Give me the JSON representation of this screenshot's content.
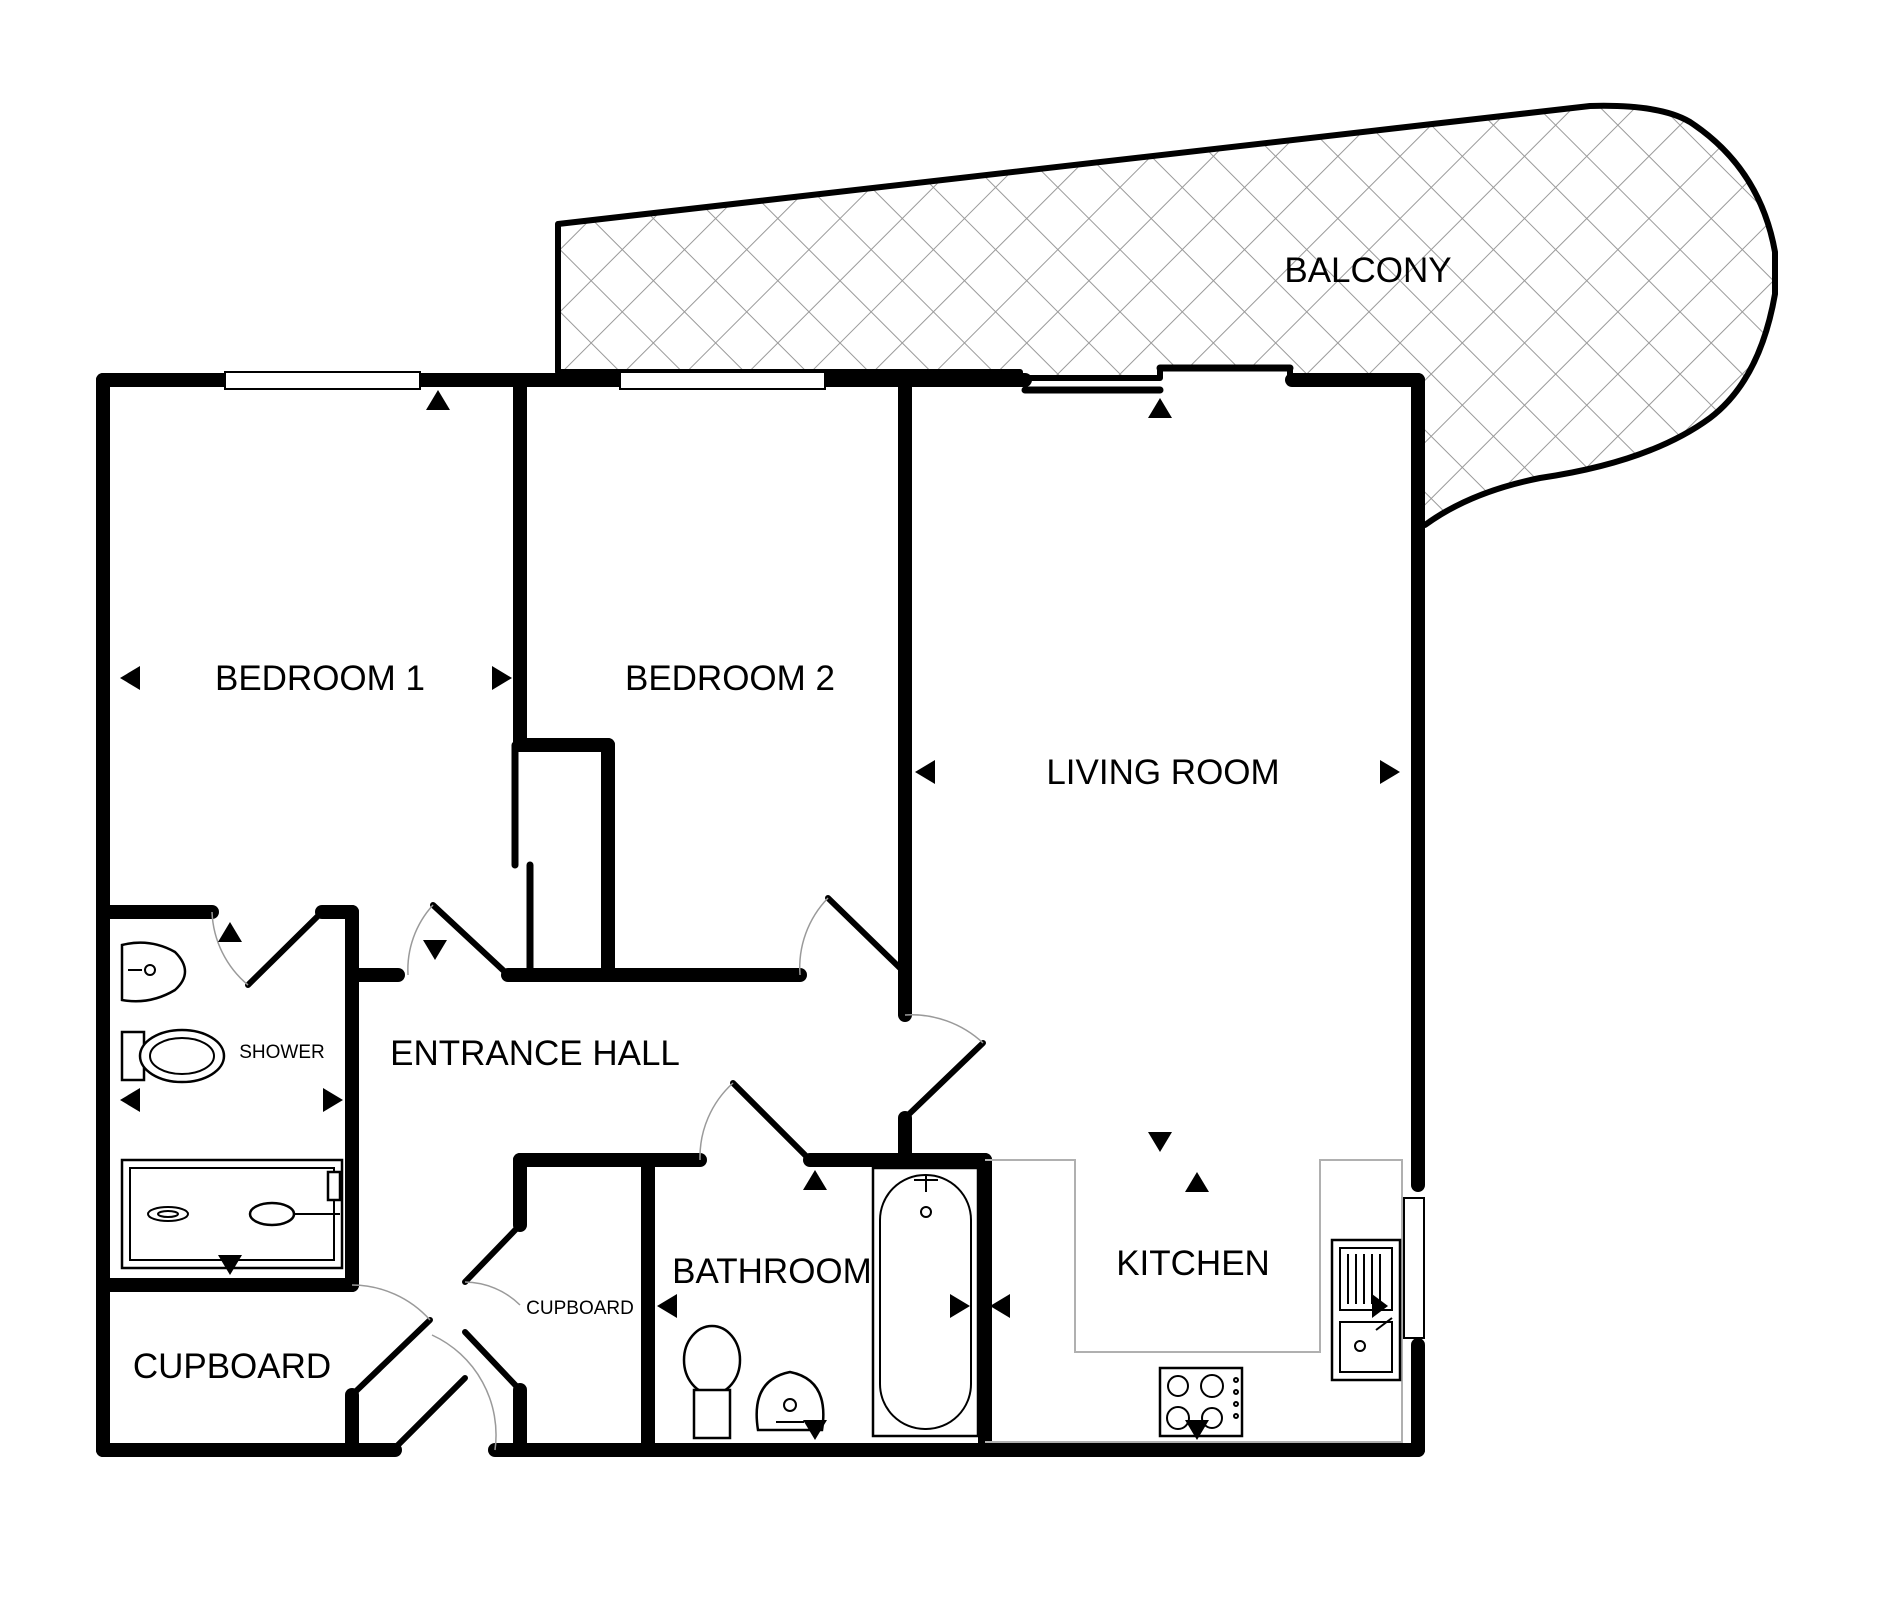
{
  "rooms": {
    "balcony": "BALCONY",
    "bedroom1": "BEDROOM 1",
    "bedroom2": "BEDROOM 2",
    "living_room": "LIVING ROOM",
    "shower": "SHOWER",
    "entrance_hall": "ENTRANCE HALL",
    "bathroom": "BATHROOM",
    "kitchen": "KITCHEN",
    "cupboard_left": "CUPBOARD",
    "cupboard_small": "CUPBOARD"
  },
  "colors": {
    "wall": "#000000",
    "background": "#ffffff",
    "balcony_hatch": "#9a9a9a",
    "door_swing": "#9a9a9a",
    "kitchen_counter": "#b0b0b0"
  },
  "icons": [
    "dimension-arrow-icon",
    "toilet-icon",
    "basin-icon",
    "bath-icon",
    "shower-tray-icon",
    "hob-icon",
    "sink-icon"
  ]
}
